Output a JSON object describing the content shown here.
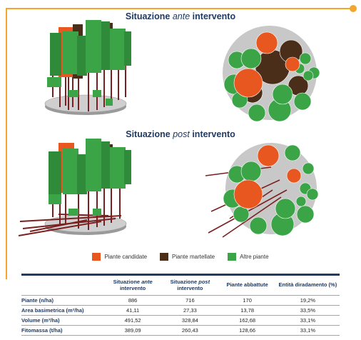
{
  "sections": {
    "ante": {
      "title_pre": "Situazione ",
      "title_em": "ante",
      "title_post": " intervento"
    },
    "post": {
      "title_pre": "Situazione ",
      "title_em": "post",
      "title_post": " intervento"
    }
  },
  "legend": [
    {
      "label": "Piante candidate",
      "color": "#e8571f"
    },
    {
      "label": "Piante martellate",
      "color": "#4a2e1a"
    },
    {
      "label": "Altre piante",
      "color": "#3aa447"
    }
  ],
  "colors": {
    "accent": "#f3a72a",
    "navy": "#1f3a63",
    "green": "#3aa447",
    "orange": "#e8571f",
    "brown": "#4a2e1a",
    "trunk": "#7a2020"
  },
  "table": {
    "headers": [
      {
        "text": "",
        "em": ""
      },
      {
        "text": "Situazione ",
        "em": "ante",
        "after": " intervento"
      },
      {
        "text": "Situazione ",
        "em": "post",
        "after": " intervento"
      },
      {
        "text": "Piante abbattute",
        "em": "",
        "after": ""
      },
      {
        "text": "Entità diradamento (%)",
        "em": "",
        "after": ""
      }
    ],
    "rows": [
      {
        "label": "Piante (n/ha)",
        "ante": "886",
        "post": "716",
        "abbattute": "170",
        "entita": "19,2%"
      },
      {
        "label": "Area basimetrica (m²/ha)",
        "ante": "41,11",
        "post": "27,33",
        "abbattute": "13,78",
        "entita": "33,5%"
      },
      {
        "label": "Volume (m³/ha)",
        "ante": "491,52",
        "post": "328,84",
        "abbattute": "162,68",
        "entita": "33,1%"
      },
      {
        "label": "Fitomassa (t/ha)",
        "ante": "389,09",
        "post": "260,43",
        "abbattute": "128,66",
        "entita": "33,1%"
      }
    ]
  }
}
